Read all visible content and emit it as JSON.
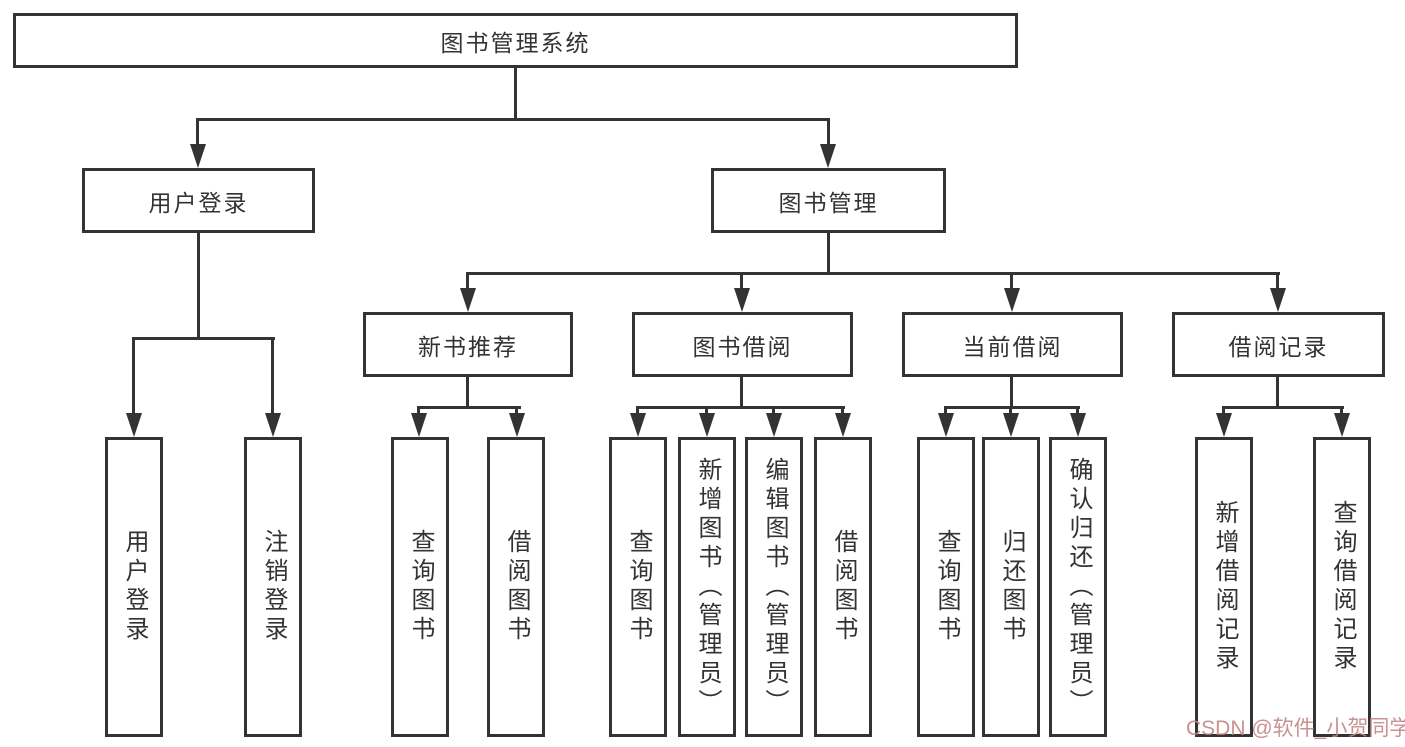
{
  "diagram": {
    "root": "图书管理系统",
    "branches": [
      {
        "label": "用户登录",
        "children": [
          "用户登录",
          "注销登录"
        ]
      },
      {
        "label": "图书管理",
        "children": [
          {
            "label": "新书推荐",
            "children": [
              "查询图书",
              "借阅图书"
            ]
          },
          {
            "label": "图书借阅",
            "children": [
              "查询图书",
              "新增图书（管理员）",
              "编辑图书（管理员）",
              "借阅图书"
            ]
          },
          {
            "label": "当前借阅",
            "children": [
              "查询图书",
              "归还图书",
              "确认归还（管理员）"
            ]
          },
          {
            "label": "借阅记录",
            "children": [
              "新增借阅记录",
              "查询借阅记录"
            ]
          }
        ]
      }
    ]
  },
  "watermark": {
    "text": "CSDN @软件_小贺同学",
    "color": "#c38282"
  },
  "colors": {
    "line": "#333333",
    "border": "#333333",
    "background": "#ffffff",
    "text": "#333333"
  }
}
